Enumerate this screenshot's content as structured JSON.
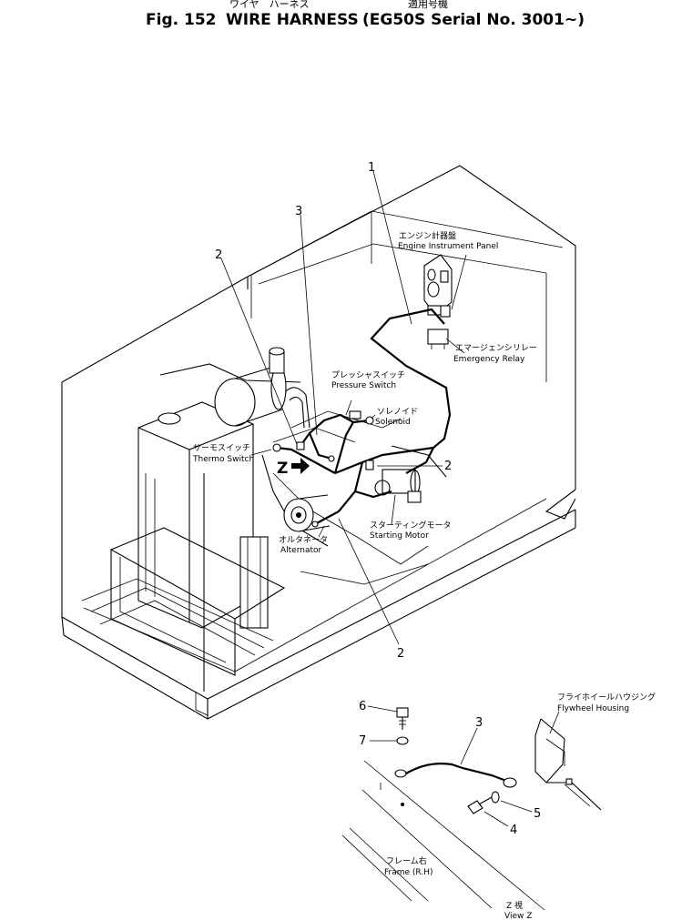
{
  "title": {
    "jp_top": "ワイヤ　ハーネス",
    "jp_applic": "適用号機",
    "fig": "Fig. 152",
    "name": "WIRE HARNESS",
    "serial": "(EG50S Serial No. 3001~)"
  },
  "labels": {
    "engine_panel_jp": "エンジン計器盤",
    "engine_panel": "Engine Instrument Panel",
    "emergency_relay_jp": "エマージェンシリレー",
    "emergency_relay": "Emergency Relay",
    "pressure_switch_jp": "プレッシャスイッチ",
    "pressure_switch": "Pressure Switch",
    "solenoid_jp": "ソレノイド",
    "solenoid": "Solenoid",
    "thermo_switch_jp": "サーモスイッチ",
    "thermo_switch": "Thermo Switch",
    "alternator_jp": "オルタネータ",
    "alternator": "Alternator",
    "starting_motor_jp": "スターティングモータ",
    "starting_motor": "Starting Motor",
    "flywheel_jp": "フライホイールハウジング",
    "flywheel": "Flywheel Housing",
    "frame_jp": "フレーム右",
    "frame": "Frame (R.H)",
    "view_jp": "Z 視",
    "view": "View Z",
    "z_marker": "Z"
  },
  "callouts": {
    "c1": "1",
    "c2a": "2",
    "c2b": "2",
    "c2c": "2",
    "c3a": "3",
    "c3b": "3",
    "c4": "4",
    "c5": "5",
    "c6": "6",
    "c7": "7"
  }
}
